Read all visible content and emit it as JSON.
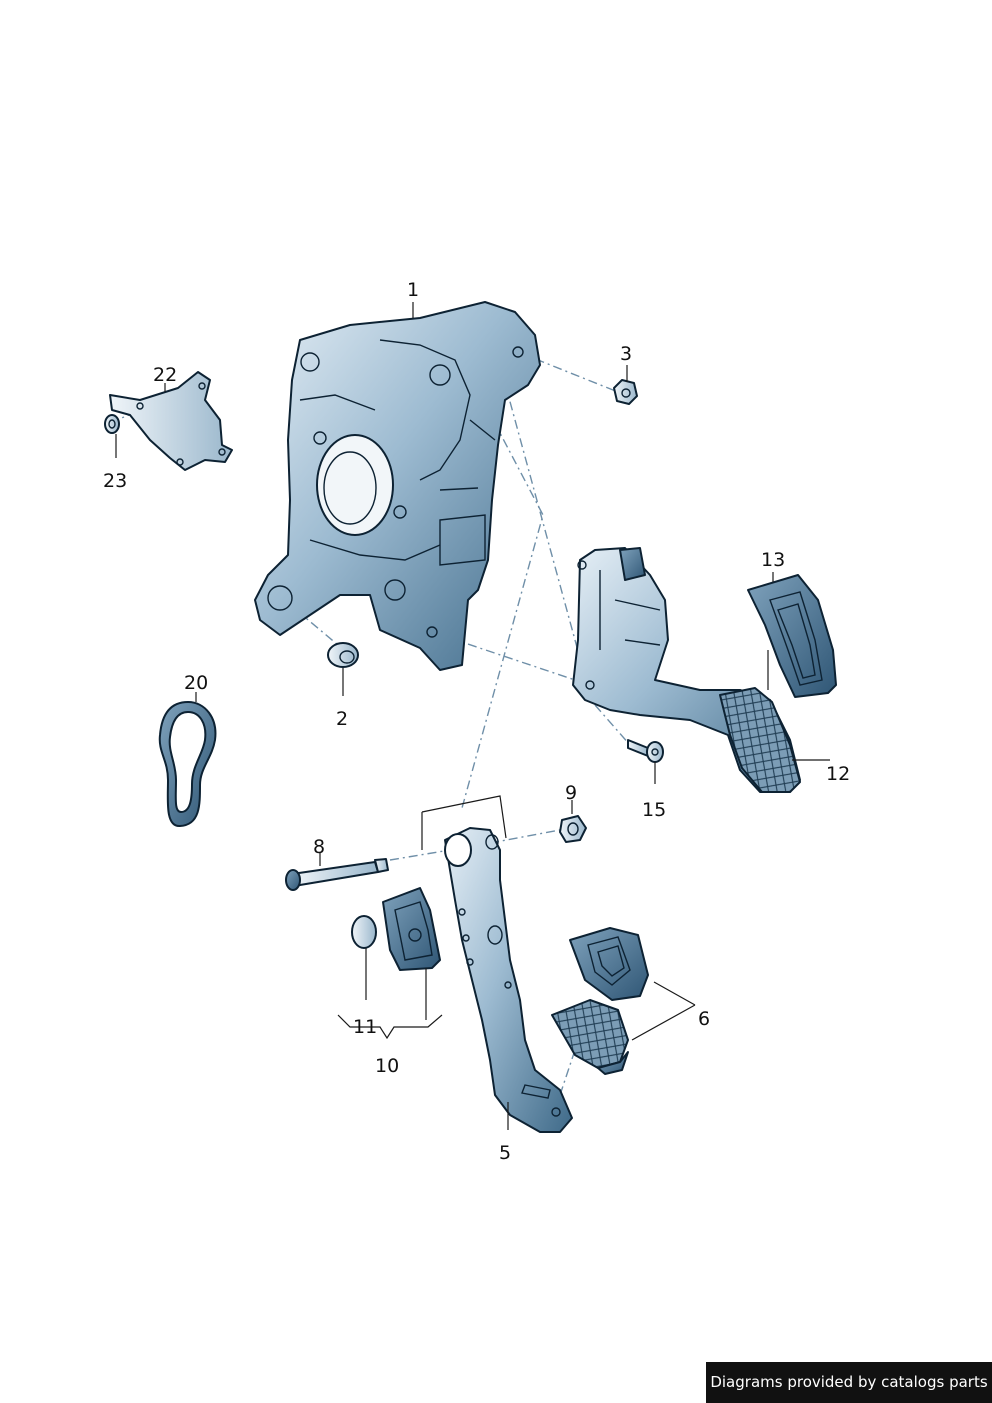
{
  "callouts": {
    "c1": "1",
    "c2": "2",
    "c3": "3",
    "c5": "5",
    "c6": "6",
    "c8": "8",
    "c9": "9",
    "c10": "10",
    "c11": "11",
    "c12": "12",
    "c13": "13",
    "c15": "15",
    "c20": "20",
    "c22": "22",
    "c23": "23"
  },
  "footer": {
    "text": "Diagrams provided by catalogs parts"
  },
  "colors": {
    "part_light": "#d4e3ee",
    "part_mid": "#8fb0c8",
    "part_dark": "#3f6a89",
    "outline": "#0d2233",
    "dash": "#6f8fa8"
  }
}
